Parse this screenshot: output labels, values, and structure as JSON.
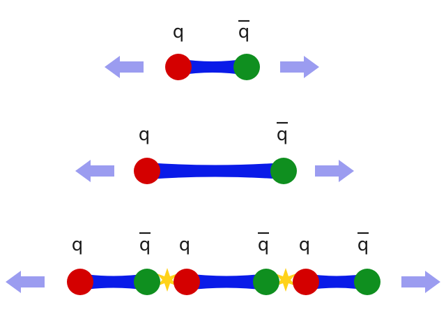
{
  "labels": {
    "quark": "q",
    "antiquark": "q"
  },
  "colors": {
    "quark": "#d40000",
    "antiquark": "#0f8f1f",
    "string": "#0a1be8",
    "arrow": "#9b9cf0",
    "spark": "#ffd21a"
  },
  "rows": [
    {
      "particles": [
        "quark",
        "antiquark"
      ],
      "strings": 1,
      "sparks": 0
    },
    {
      "particles": [
        "quark",
        "antiquark"
      ],
      "strings": 1,
      "sparks": 0
    },
    {
      "particles": [
        "quark",
        "antiquark",
        "quark",
        "antiquark",
        "quark",
        "antiquark"
      ],
      "strings": 3,
      "sparks": 2
    }
  ]
}
